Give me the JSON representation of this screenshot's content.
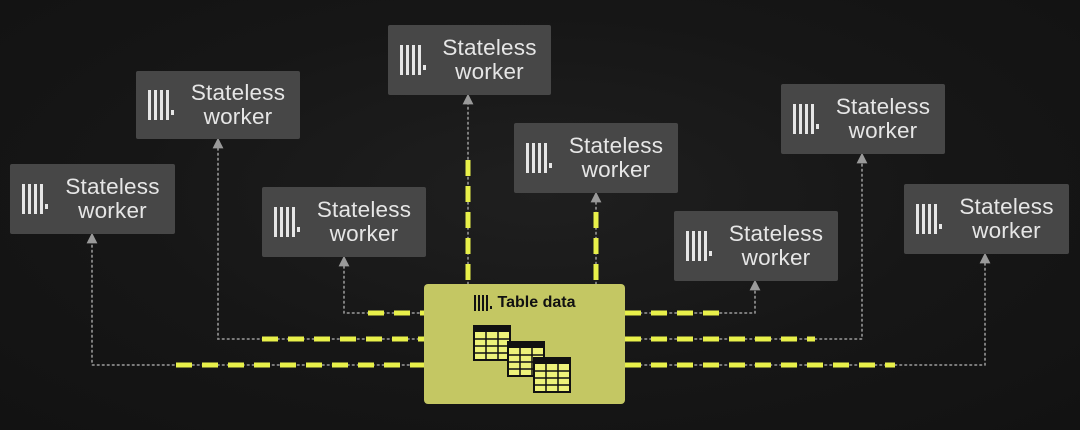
{
  "workers": [
    {
      "id": "w1",
      "line1": "Stateless",
      "line2": "worker"
    },
    {
      "id": "w2",
      "line1": "Stateless",
      "line2": "worker"
    },
    {
      "id": "w3",
      "line1": "Stateless",
      "line2": "worker"
    },
    {
      "id": "w4",
      "line1": "Stateless",
      "line2": "worker"
    },
    {
      "id": "w5",
      "line1": "Stateless",
      "line2": "worker"
    },
    {
      "id": "w6",
      "line1": "Stateless",
      "line2": "worker"
    },
    {
      "id": "w7",
      "line1": "Stateless",
      "line2": "worker"
    },
    {
      "id": "w8",
      "line1": "Stateless",
      "line2": "worker"
    }
  ],
  "source": {
    "title": "Table data",
    "icon": "spreadsheet-stack-icon"
  },
  "colors": {
    "accent": "#e8f04a",
    "source_fill": "#c4c763",
    "worker_fill": "#474747",
    "background": "#161616"
  }
}
